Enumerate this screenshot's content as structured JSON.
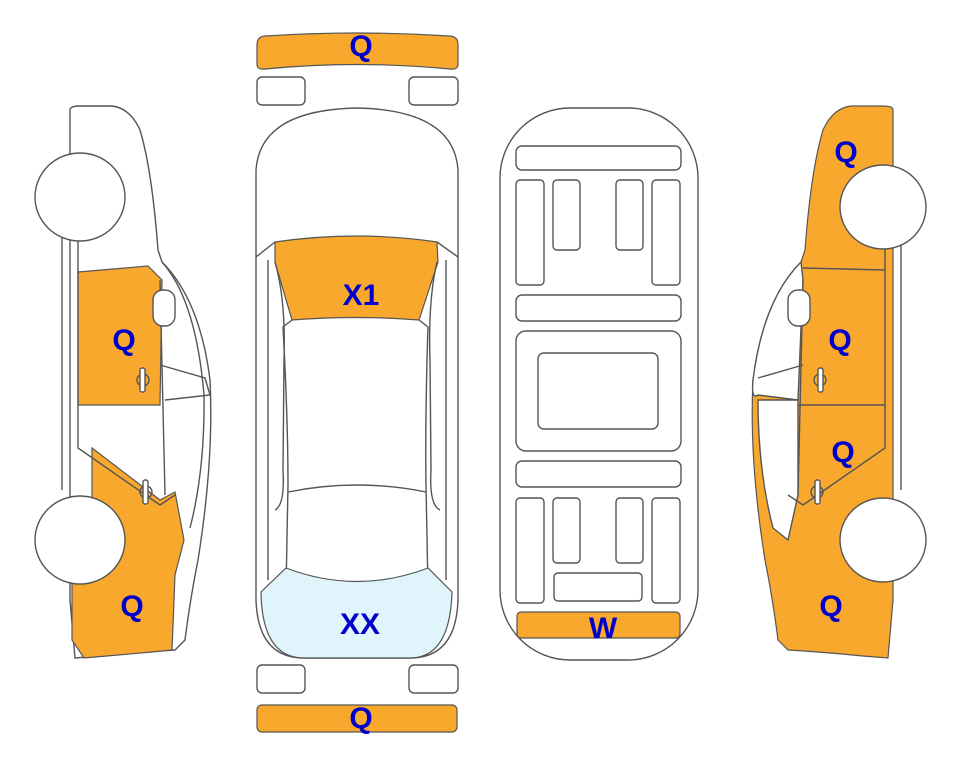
{
  "colors": {
    "damage_fill": "#F9A82E",
    "glass_fill": "#DFF4FB",
    "label_color": "#0000CC",
    "outline": "#555555"
  },
  "top_view": {
    "front_bumper_label": "Q",
    "windshield_label": "X1",
    "rear_window_label": "XX",
    "rear_bumper_label": "Q"
  },
  "left_side": {
    "front_door_label": "Q",
    "rear_fender_label": "Q"
  },
  "underbody": {
    "rear_panel_label": "W"
  },
  "right_side": {
    "front_fender_label": "Q",
    "front_door_label": "Q",
    "rear_door_label": "Q",
    "rear_fender_label": "Q"
  }
}
